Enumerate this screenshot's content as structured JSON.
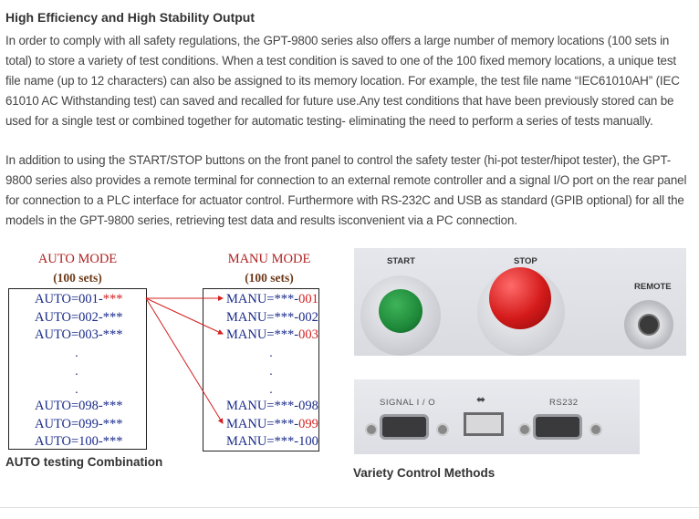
{
  "heading": "High Efficiency and High Stability Output",
  "paragraph1": "In order to comply with all safety regulations, the GPT-9800 series also offers a large number of memory locations (100 sets in total) to store a variety of test conditions. When a test condition is saved to one of the 100 fixed memory locations, a unique test file name (up to 12 characters) can also be assigned to its memory location. For example, the test file name “IEC61010AH” (IEC 61010 AC Withstanding test) can saved and recalled for future use.Any test conditions that have been previously stored can be used for a single test or combined together for automatic testing- eliminating the need to perform a series of tests manually.",
  "paragraph2": "In addition to using the START/STOP buttons on the front panel to control the safety tester (hi-pot tester/hipot tester), the GPT-9800 series also provides a remote terminal for connection to an external remote controller and a signal I/O port on the rear panel for connection to a PLC interface for actuator control. Furthermore with RS-232C and USB as standard (GPIB optional) for all the models in the GPT-9800 series, retrieving test data and results isconvenient via a PC connection.",
  "auto_mode": {
    "title": "AUTO MODE",
    "subtitle": "(100 sets)",
    "entries": [
      {
        "prefix": "AUTO=001-",
        "suffix": "***"
      },
      {
        "prefix": "AUTO=002-",
        "suffix": "***"
      },
      {
        "prefix": "AUTO=003-",
        "suffix": "***"
      },
      {
        "prefix": "AUTO=098-",
        "suffix": "***"
      },
      {
        "prefix": "AUTO=099-",
        "suffix": "***"
      },
      {
        "prefix": "AUTO=100-",
        "suffix": "***"
      }
    ],
    "dots": [
      ".",
      ".",
      "."
    ]
  },
  "manu_mode": {
    "title": "MANU MODE",
    "subtitle": "(100 sets)",
    "entries": [
      {
        "prefix": "MANU=***-",
        "suffix": "001"
      },
      {
        "prefix": "MANU=***-",
        "suffix": "002"
      },
      {
        "prefix": "MANU=***-",
        "suffix": "003"
      },
      {
        "prefix": "MANU=***-",
        "suffix": "098"
      },
      {
        "prefix": "MANU=***-",
        "suffix": "099"
      },
      {
        "prefix": "MANU=***-",
        "suffix": "100"
      }
    ],
    "dots": [
      ".",
      ".",
      "."
    ]
  },
  "caption_left": "AUTO testing Combination",
  "caption_right": "Variety Control Methods",
  "front_panel": {
    "start": "START",
    "stop": "STOP",
    "remote": "REMOTE"
  },
  "rear_panel": {
    "signal_io": "SIGNAL  I / O",
    "rs232": "RS232"
  },
  "colors": {
    "start_button": "#1f8a3a",
    "stop_button": "#d41a1a",
    "red_text": "#d42020",
    "blue_text": "#1a2b8a"
  }
}
